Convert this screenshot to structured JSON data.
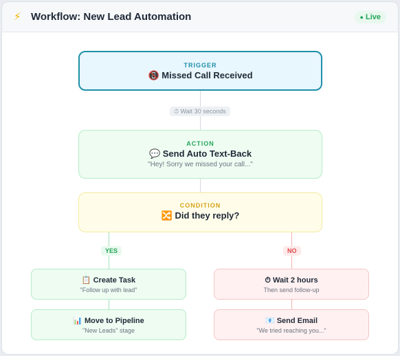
{
  "header": {
    "icon": "lightning-icon",
    "title": "Workflow: New Lead Automation",
    "status": "Live",
    "status_color": "#22a55a"
  },
  "flow": {
    "trigger": {
      "label": "TRIGGER",
      "title": "📵 Missed Call Received"
    },
    "wait": "⏱ Wait 30 seconds",
    "action": {
      "label": "ACTION",
      "title": "💬 Send Auto Text-Back",
      "subtitle": "\"Hey! Sorry we missed your call...\""
    },
    "condition": {
      "label": "CONDITION",
      "title": "🔀 Did they reply?"
    },
    "yes_label": "YES",
    "no_label": "NO",
    "yes_branch": [
      {
        "title": "📋 Create Task",
        "subtitle": "\"Follow up with lead\""
      },
      {
        "title": "📊 Move to Pipeline",
        "subtitle": "\"New Leads\" stage"
      }
    ],
    "no_branch": [
      {
        "title": "⏱ Wait 2 hours",
        "subtitle": "Then send follow-up"
      },
      {
        "title": "📧 Send Email",
        "subtitle": "\"We tried reaching you...\""
      }
    ]
  },
  "colors": {
    "trigger": "#1e8fa8",
    "action": "#22a55a",
    "condition": "#d4a017",
    "no": "#e04848"
  }
}
